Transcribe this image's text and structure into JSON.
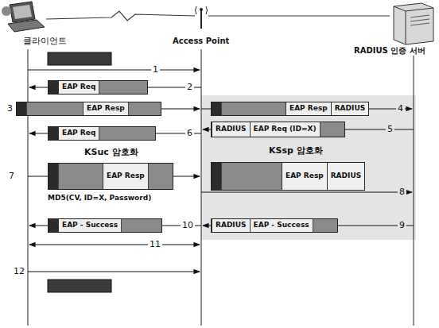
{
  "diagram": {
    "nodes": [
      {
        "text": [
          "EAP Req"
        ]
      },
      {
        "text": [
          "EAP Resp"
        ]
      },
      {
        "text": [
          "EAP Resp",
          "RADIUS"
        ]
      },
      {
        "text": [
          "RADIUS",
          "EAP Req (ID=X)"
        ]
      },
      {
        "text": [
          "EAP Req"
        ]
      },
      {
        "text": [
          "EAP Resp"
        ]
      },
      {
        "text": [
          "EAP Resp",
          "RADIUS"
        ]
      },
      {
        "text": [
          "RADIUS",
          "EAP - Success"
        ]
      },
      {
        "text": [
          "EAP - Success"
        ]
      }
    ],
    "labels": [
      "클라이언트",
      "Access Point",
      "RADIUS 인증 서버",
      "1",
      "2",
      "3",
      "4",
      "6",
      "5",
      "KSuc 암호화",
      "KSsp 암호화",
      "7",
      "MD5(CV, ID=X, Password)",
      "8",
      "10",
      "9",
      "11",
      "12"
    ]
  }
}
